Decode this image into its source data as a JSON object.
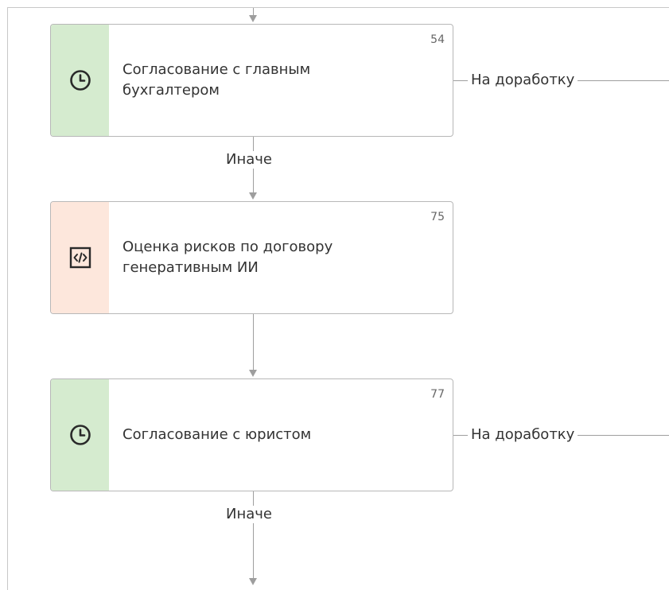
{
  "colors": {
    "wait_strip": "#d5ebcf",
    "script_strip": "#fde7dc",
    "connector": "#9e9e9e"
  },
  "nodes": [
    {
      "number": "54",
      "title_line1": "Согласование с главным",
      "title_line2": "бухгалтером",
      "icon": "clock-icon"
    },
    {
      "number": "75",
      "title_line1": "Оценка рисков по договору",
      "title_line2": "генеративным ИИ",
      "icon": "code-icon"
    },
    {
      "number": "77",
      "title_line1": "Согласование с юристом",
      "title_line2": "",
      "icon": "clock-icon"
    }
  ],
  "edges": {
    "rework_label": "На доработку",
    "else_label": "Иначе"
  }
}
